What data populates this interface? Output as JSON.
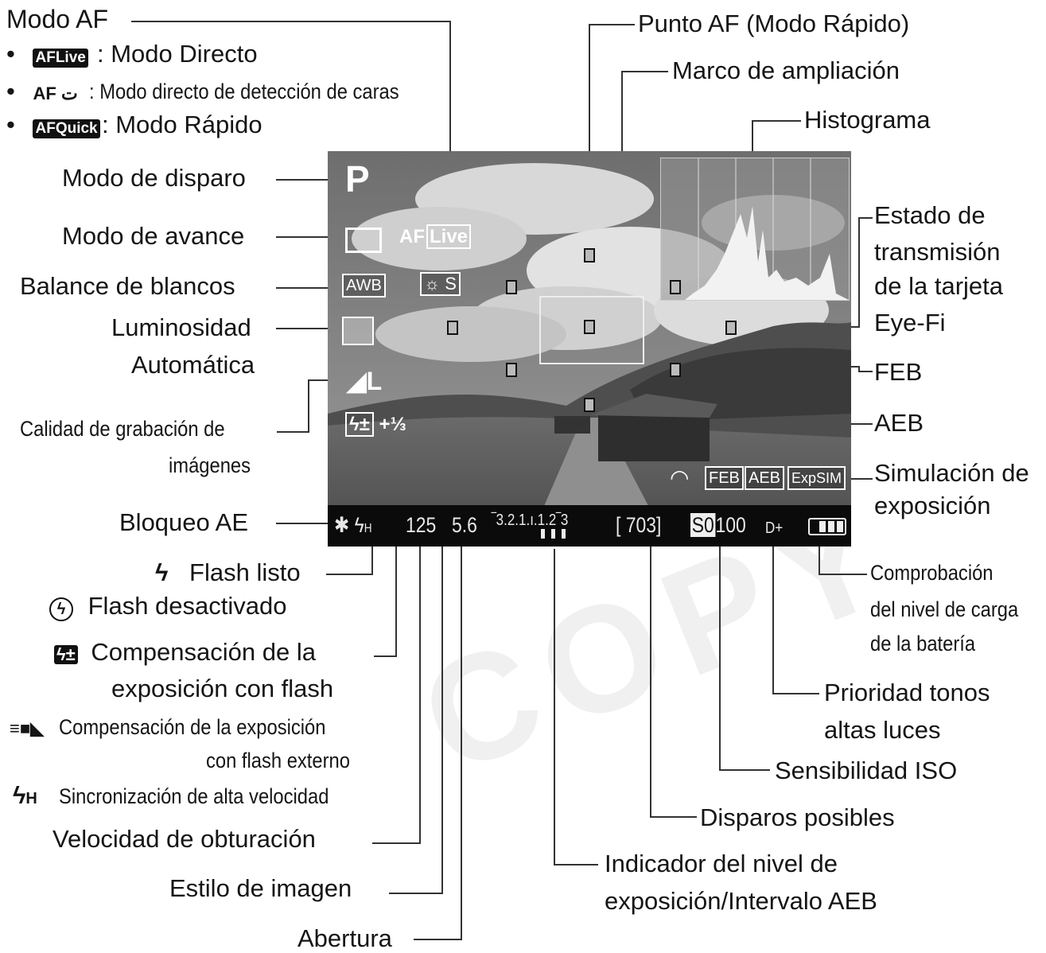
{
  "watermark": "COPY",
  "labels": {
    "modo_af": "Modo AF",
    "af_live_desc": ": Modo Directo",
    "af_face_desc": ": Modo directo de detección de caras",
    "af_quick_desc": ": Modo Rápido",
    "modo_disparo": "Modo de disparo",
    "modo_avance": "Modo de avance",
    "balance_blancos": "Balance de blancos",
    "luminosidad_1": "Luminosidad",
    "luminosidad_2": "Automática",
    "calidad_1": "Calidad de grabación de",
    "calidad_2": "imágenes",
    "bloqueo_ae": "Bloqueo AE",
    "flash_listo": "Flash listo",
    "flash_desactivado": "Flash desactivado",
    "comp_flash_1": "Compensación de la",
    "comp_flash_2": "exposición con flash",
    "comp_ext_1": "Compensación de la exposición",
    "comp_ext_2": "con flash externo",
    "sync_alta": "Sincronización de alta velocidad",
    "velocidad": "Velocidad de obturación",
    "estilo": "Estilo de imagen",
    "abertura": "Abertura",
    "punto_af": "Punto AF (Modo Rápido)",
    "marco": "Marco de ampliación",
    "histograma": "Histograma",
    "eyefi_1": "Estado de",
    "eyefi_2": "transmisión",
    "eyefi_3": "de la tarjeta",
    "eyefi_4": "Eye-Fi",
    "feb": "FEB",
    "aeb": "AEB",
    "sim_1": "Simulación de",
    "sim_2": "exposición",
    "bateria_1": "Comprobación",
    "bateria_2": "del nivel de carga",
    "bateria_3": "de la batería",
    "prioridad_1": "Prioridad tonos",
    "prioridad_2": "altas luces",
    "iso": "Sensibilidad ISO",
    "disparos": "Disparos posibles",
    "indicador_1": "Indicador del nivel de",
    "indicador_2": "exposición/Intervalo AEB"
  },
  "icons": {
    "af": "AF",
    "live": "Live",
    "quick": "Quick",
    "face": "ꜟ",
    "bullet": "•",
    "h_sub": "H"
  },
  "screen": {
    "mode": "P",
    "af_af": "AF",
    "af_live": "Live",
    "awb": "AWB",
    "style": "S",
    "quality": "L",
    "flash_comp": "+⅓",
    "feb": "FEB",
    "aeb": "AEB",
    "expsim": "ExpSIM",
    "shutter": "125",
    "aperture": "5.6",
    "scale": "‾3.2.1.ı.1.2‾3",
    "shots": "[ 703]",
    "iso_icon": "S0",
    "iso": "100",
    "dplus": "D+"
  },
  "colors": {
    "lines": "#333333",
    "statusbar": "#0b0b0b"
  }
}
